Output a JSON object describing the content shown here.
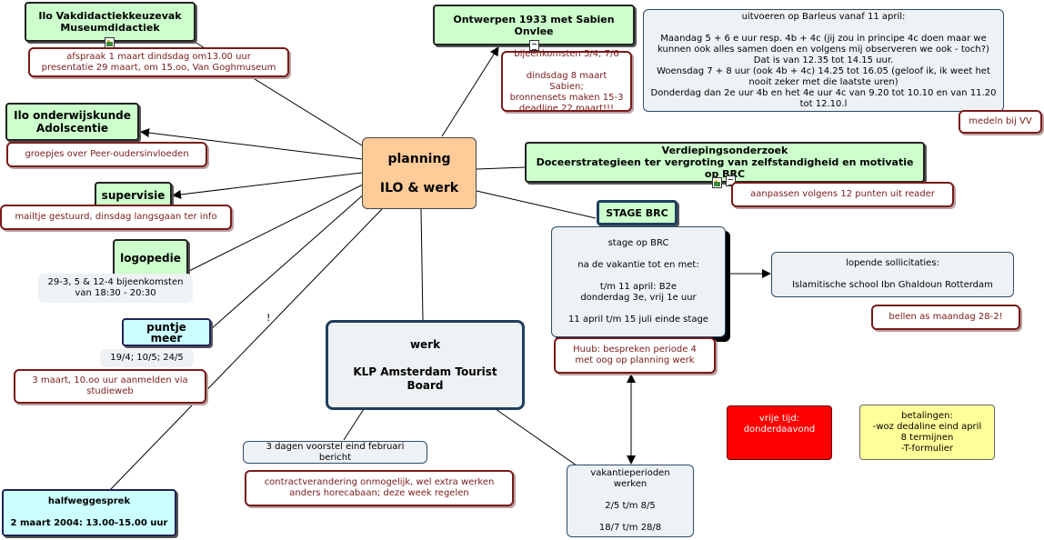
{
  "nodes": {
    "vakdidactiek": "Ilo Vakdidactiekkeuzevak\nMuseumdidactiek",
    "afspraak": "afspraak 1 maart dindsdag om13.00 uur\npresentatie 29 maart, om 15.oo, Van Goghmuseum",
    "onderwijskunde": "Ilo onderwijskunde\nAdolscentie",
    "groepjes": "groepjes over Peer-oudersinvloeden",
    "supervisie": "supervisie",
    "mailtje": "mailtje gestuurd, dinsdag langsgaan ter info",
    "logopedie": "logopedie",
    "logo_dates": "29-3, 5 & 12-4 bijeenkomsten\nvan 18:30 - 20:30",
    "puntje": "puntje meer",
    "puntje_dates": "19/4; 10/5; 24/5",
    "aanmelden": "3 maart, 10.oo uur aanmelden via\nstudieweb",
    "halfweg": "halfweggesprek\n\n2 maart 2004: 13.00-15.00 uur",
    "planning": "planning\n\nILO    &    werk",
    "ontwerpen": "Ontwerpen 1933 met Sabien Onvlee",
    "bijeenkomsten": "bijeenkomsten 5/4; 7/6\n\ndindsdag 8 maart Sabien;\nbronnensets maken 15-3\ndeadline 22 maart!!!",
    "uitvoeren": "uitvoeren op Barleus vanaf 11 april:\n\nMaandag 5 + 6 e uur resp. 4b + 4c (jij zou in principe 4c doen maar we kunnen ook alles samen doen en volgens mij observeren we ook - toch?)\nDat is van 12.35 tot 14.15 uur.\nWoensdag 7 + 8 uur (ook 4b + 4c) 14.25 tot 16.05 (geloof ik, ik weet het nooit zeker met die laatste uren)\nDonderdag dan 2e uur 4b en het 4e uur 4c van 9.20 tot 10.10 en van 11.20 tot 12.10.l",
    "medeln": "medeln bij VV",
    "verdieping": "Verdiepingsonderzoek\nDoceerstrategieen ter vergroting van zelfstandigheid en motivatie op BRC",
    "aanpassen": "aanpassen volgens 12 punten uit reader",
    "stage_brc": "STAGE BRC",
    "stage_op": "stage op BRC\n\nna de vakantie tot en met:\n\nt/m 11 april: B2e\ndonderdag 3e, vrij 1e uur\n\n11 april t/m 15 juli einde stage",
    "huub": "Huub: bespreken periode 4\nmet oog op planning werk",
    "lopende": "lopende sollicitaties:\n\nIslamitische school Ibn Ghaldoun Rotterdam",
    "bellen": "bellen as maandag 28-2!",
    "werk": "werk\n\nKLP Amsterdam Tourist Board",
    "voorstel": "3 dagen voorstel eind februari bericht",
    "contract": "contractverandering onmogelijk, wel extra werken\nanders horecabaan; deze week regelen",
    "vakantie": "vakantieperioden werken\n\n2/5 t/m 8/5\n\n18/7 t/m 28/8",
    "vrije_tijd": "vrije tijd:\ndonderdaavond",
    "betalingen": "betalingen:\n-woz dedaline eind april\n8 termijnen\n-T-formulier",
    "exclaim": "!"
  },
  "colors": {
    "topic_green": "#ccffcc",
    "note_border": "#7a1a1a",
    "center_orange": "#ffcc99",
    "cyan": "#ccffff",
    "red": "#ff0000",
    "yellow": "#ffff99"
  }
}
